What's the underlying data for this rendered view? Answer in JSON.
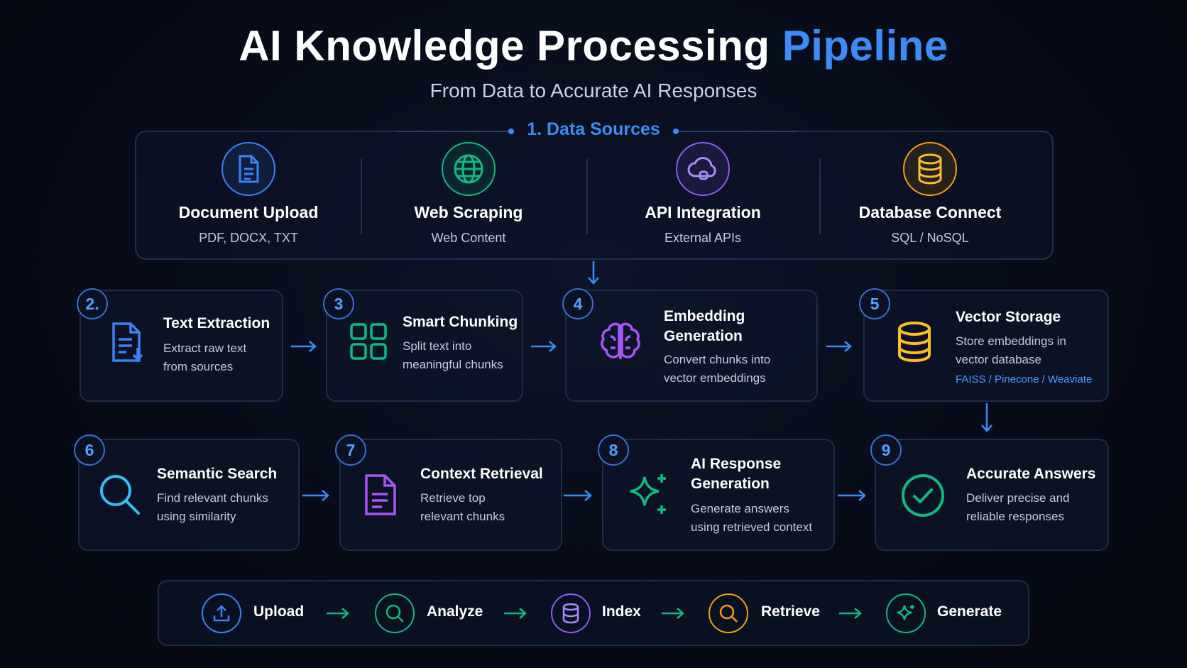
{
  "header": {
    "title_main": "AI Knowledge Processing",
    "title_accent": "Pipeline",
    "subtitle": "From Data to Accurate AI Responses"
  },
  "sources": {
    "label": "1. Data Sources",
    "items": [
      {
        "name": "Document Upload",
        "desc": "PDF, DOCX, TXT",
        "icon": "document-icon",
        "color": "#3b82f6"
      },
      {
        "name": "Web Scraping",
        "desc": "Web Content",
        "icon": "globe-icon",
        "color": "#10b981"
      },
      {
        "name": "API Integration",
        "desc": "External APIs",
        "icon": "cloud-icon",
        "color": "#8b5cf6"
      },
      {
        "name": "Database Connect",
        "desc": "SQL / NoSQL",
        "icon": "database-icon",
        "color": "#f59e0b"
      }
    ]
  },
  "steps": [
    {
      "num": "2.",
      "title": "Text Extraction",
      "desc": [
        "Extract raw text",
        "from sources"
      ],
      "icon": "file-extract-icon"
    },
    {
      "num": "3",
      "title": "Smart Chunking",
      "desc": [
        "Split text into",
        "meaningful chunks"
      ],
      "icon": "grid-icon"
    },
    {
      "num": "4",
      "title": [
        "Embedding",
        "Generation"
      ],
      "desc": [
        "Convert chunks into",
        "vector embeddings"
      ],
      "icon": "brain-icon"
    },
    {
      "num": "5",
      "title": "Vector Storage",
      "desc": [
        "Store embeddings in",
        "vector database"
      ],
      "extra": "FAISS / Pinecone / Weaviate",
      "icon": "database-icon"
    },
    {
      "num": "6",
      "title": "Semantic Search",
      "desc": [
        "Find relevant chunks",
        "using similarity"
      ],
      "icon": "search-icon"
    },
    {
      "num": "7",
      "title": "Context Retrieval",
      "desc": [
        "Retrieve top",
        "relevant chunks"
      ],
      "icon": "document-icon"
    },
    {
      "num": "8",
      "title": [
        "AI Response",
        "Generation"
      ],
      "desc": [
        "Generate answers",
        "using retrieved context"
      ],
      "icon": "sparkle-icon"
    },
    {
      "num": "9",
      "title": "Accurate Answers",
      "desc": [
        "Deliver precise and",
        "reliable responses"
      ],
      "icon": "check-circle-icon"
    }
  ],
  "flow": [
    {
      "label": "Upload",
      "icon": "upload-icon",
      "color": "#3b82f6"
    },
    {
      "label": "Analyze",
      "icon": "search-icon",
      "color": "#10b981"
    },
    {
      "label": "Index",
      "icon": "database-icon",
      "color": "#8b5cf6"
    },
    {
      "label": "Retrieve",
      "icon": "search-icon",
      "color": "#f59e0b"
    },
    {
      "label": "Generate",
      "icon": "sparkle-icon",
      "color": "#10b981"
    }
  ],
  "colors": {
    "accent": "#3b8cf6",
    "arrow": "#3b8cf6"
  }
}
